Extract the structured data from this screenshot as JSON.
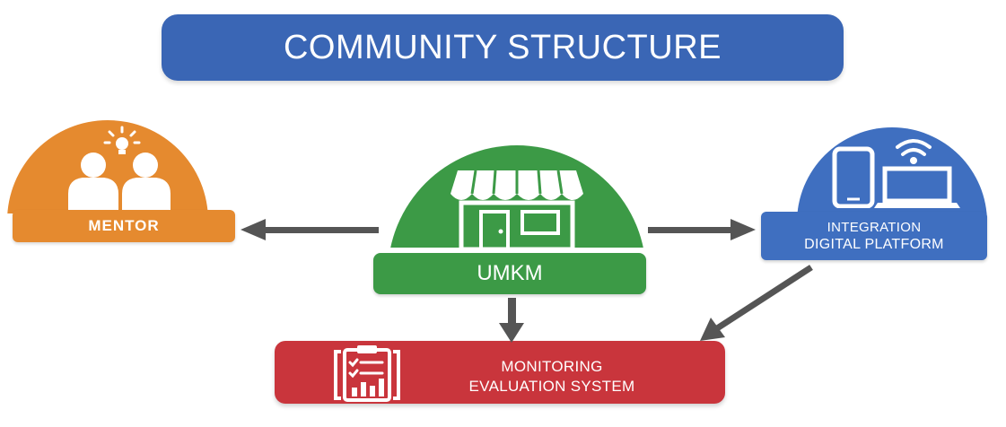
{
  "title": "COMMUNITY STRUCTURE",
  "nodes": {
    "mentor": {
      "label": "MENTOR",
      "color": "#e58a2f",
      "icon": "people-lightbulb-icon"
    },
    "umkm": {
      "label": "UMKM",
      "color": "#3c9a46",
      "icon": "storefront-icon"
    },
    "integration": {
      "line1": "INTEGRATION",
      "line2": "DIGITAL PLATFORM",
      "color": "#3f6fc0",
      "icon": "devices-wifi-icon"
    },
    "monitoring": {
      "line1": "MONITORING",
      "line2": "EVALUATION SYSTEM",
      "color": "#c9353c",
      "icon": "clipboard-chart-icon"
    }
  },
  "colors": {
    "title_bg": "#3a66b5",
    "arrow": "#555555"
  }
}
